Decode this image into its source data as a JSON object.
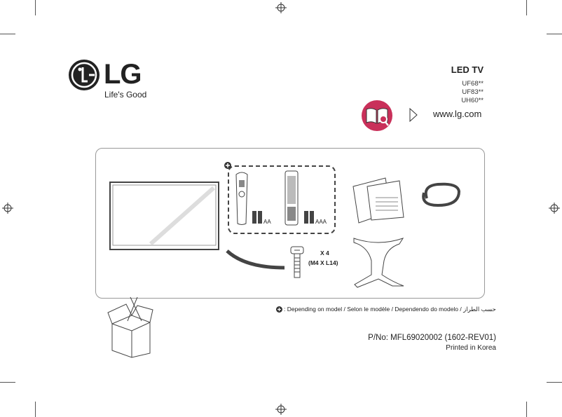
{
  "brand": {
    "name": "LG",
    "tagline": "Life's Good"
  },
  "product": {
    "title": "LED TV",
    "models": [
      "UF68**",
      "UF83**",
      "UH60**"
    ]
  },
  "website": {
    "url": "www.lg.com",
    "icon": "manual-book-icon"
  },
  "contents": {
    "battery_aa": "AA",
    "battery_aaa": "AAA",
    "screw_count": "X 4",
    "screw_size": "(M4 X L14)"
  },
  "footnote": ": Depending on model / Selon le modèle / Dependendo do modelo / حسب الطراز",
  "part_number": "P/No: MFL69020002 (1602-REV01)",
  "printed": "Printed in Korea",
  "colors": {
    "accent": "#c9305a"
  }
}
